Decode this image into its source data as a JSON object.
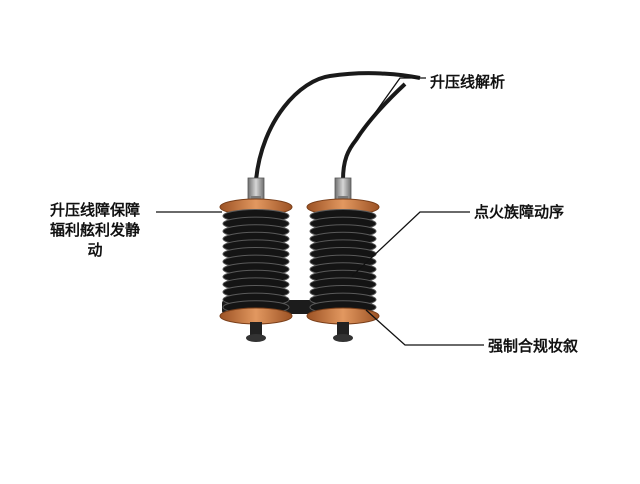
{
  "labels": {
    "top": "升压线解析",
    "left_line1": "升压线障保障",
    "left_line2": "辐利舷利发静",
    "left_line3": "动",
    "right_middle": "点火族障动序",
    "right_bottom": "强制合规妆叙"
  },
  "colors": {
    "coil": "#141414",
    "coil_highlight": "#5a5a5a",
    "copper": "#c8743a",
    "metal": "#9a9a9a",
    "cable": "#1a1a1a",
    "leader": "#111111"
  }
}
